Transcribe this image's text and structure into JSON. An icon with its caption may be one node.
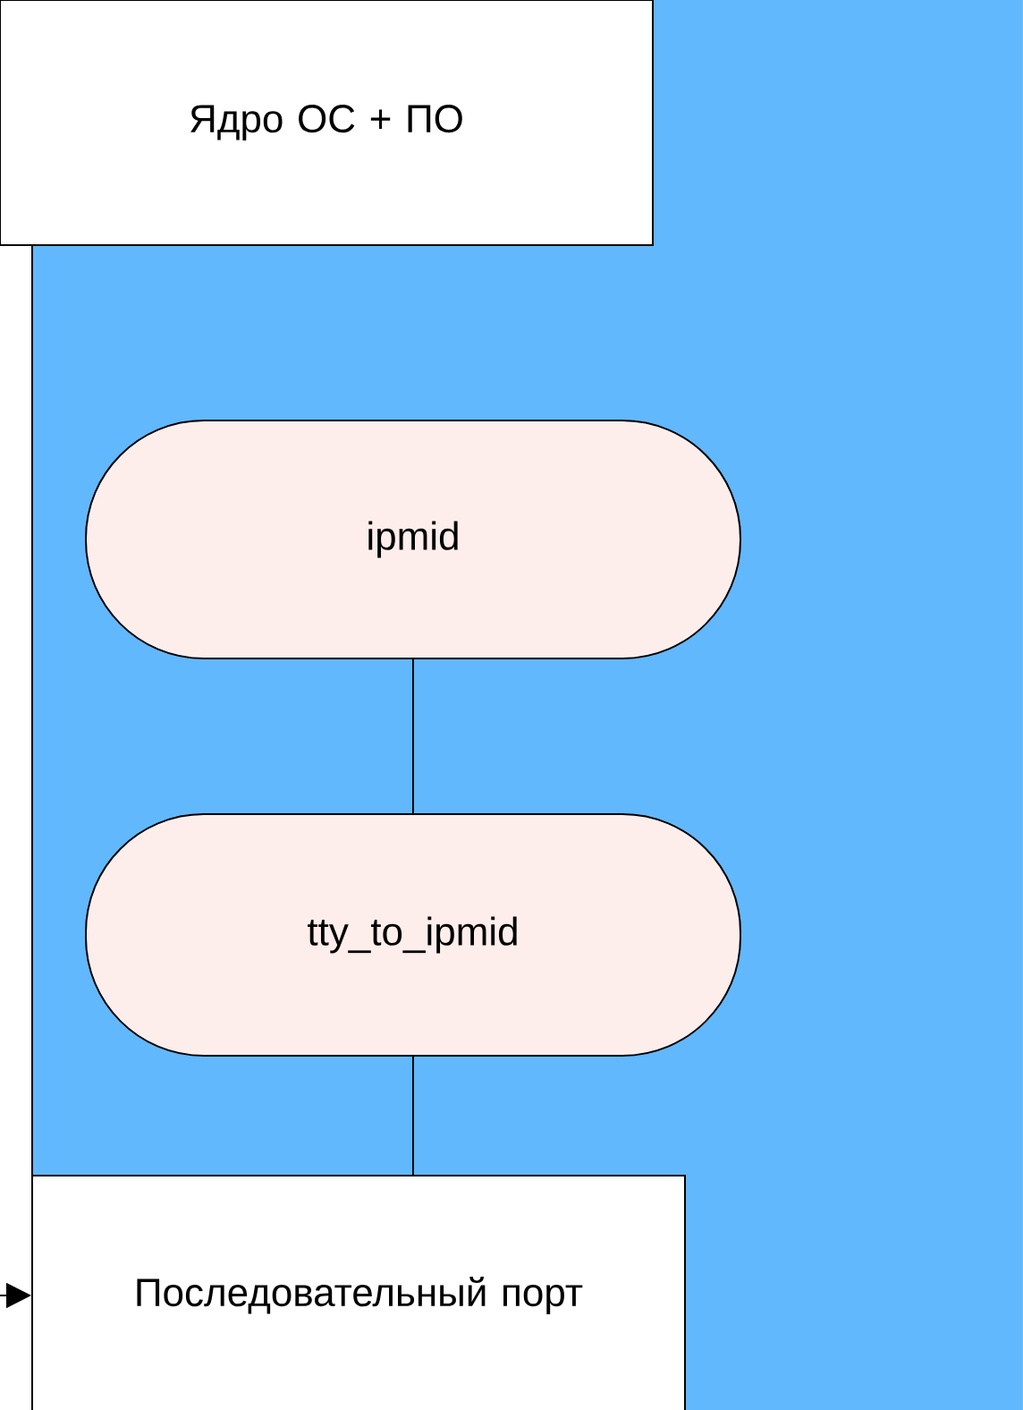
{
  "diagram": {
    "nodes": [
      {
        "text": [
          "Ядро ОС + ПО"
        ]
      },
      {
        "text": [
          "ipmid"
        ],
        "in": 0
      },
      {
        "text": [
          "tty_to_ipmid"
        ],
        "in": 0
      },
      {
        "text": [
          "Последовательный порт"
        ],
        "in": 0
      }
    ],
    "edges": [
      {
        "from": 1,
        "to": 2,
        "arrow": "none"
      },
      {
        "from": 2,
        "to": 3,
        "arrow": "none"
      },
      {
        "from": null,
        "to": 3,
        "arrow": "to"
      }
    ]
  }
}
